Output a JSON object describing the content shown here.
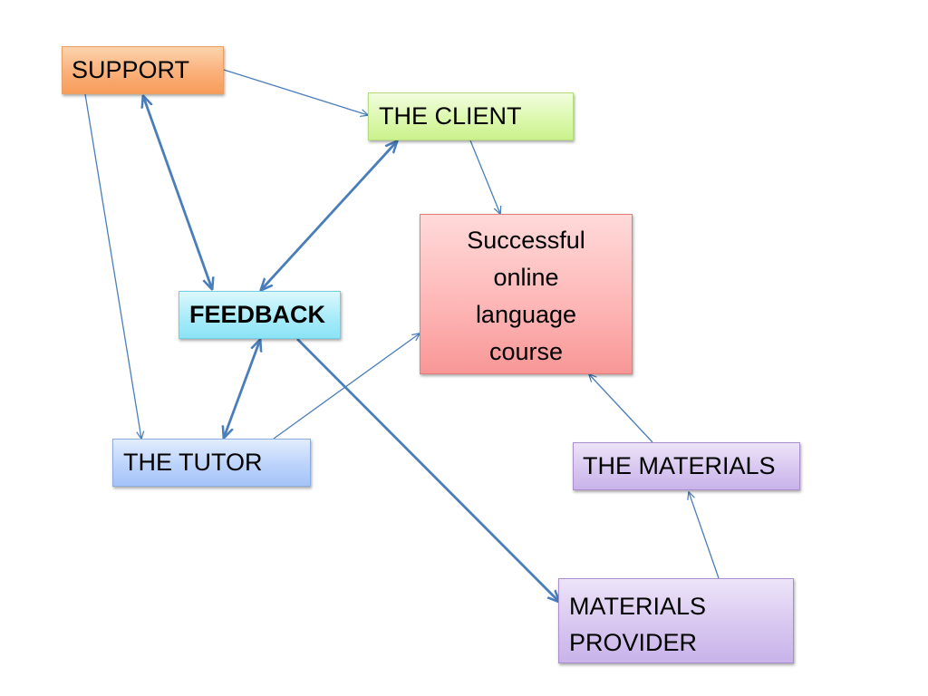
{
  "diagram": {
    "nodes": {
      "support": {
        "label": "SUPPORT",
        "color": "#fab07a"
      },
      "client": {
        "label": "THE CLIENT",
        "color": "#dcf8ad"
      },
      "course": {
        "label_lines": [
          "Successful",
          "online",
          "language",
          "course"
        ],
        "color": "#feb8b8"
      },
      "feedback": {
        "label": "FEEDBACK",
        "color": "#a9ecf9"
      },
      "tutor": {
        "label": "THE TUTOR",
        "color": "#bcd3fb"
      },
      "materials": {
        "label": "THE MATERIALS",
        "color": "#d8c7f0"
      },
      "provider": {
        "label_lines": [
          "MATERIALS",
          "PROVIDER"
        ],
        "color": "#d8c7f0"
      }
    },
    "edges": [
      {
        "from": "support",
        "to": "client",
        "direction": "forward",
        "weight": "thin"
      },
      {
        "from": "support",
        "to": "tutor",
        "direction": "forward",
        "weight": "thin"
      },
      {
        "from": "support",
        "to": "feedback",
        "direction": "both",
        "weight": "thick"
      },
      {
        "from": "client",
        "to": "feedback",
        "direction": "both",
        "weight": "thick"
      },
      {
        "from": "client",
        "to": "course",
        "direction": "forward",
        "weight": "thin"
      },
      {
        "from": "feedback",
        "to": "tutor",
        "direction": "both",
        "weight": "thick"
      },
      {
        "from": "feedback",
        "to": "provider",
        "direction": "forward",
        "weight": "thick"
      },
      {
        "from": "tutor",
        "to": "course",
        "direction": "forward",
        "weight": "thin"
      },
      {
        "from": "materials",
        "to": "course",
        "direction": "forward",
        "weight": "thin"
      },
      {
        "from": "provider",
        "to": "materials",
        "direction": "forward",
        "weight": "thin"
      }
    ],
    "connector_color": "#4a7ebb"
  }
}
